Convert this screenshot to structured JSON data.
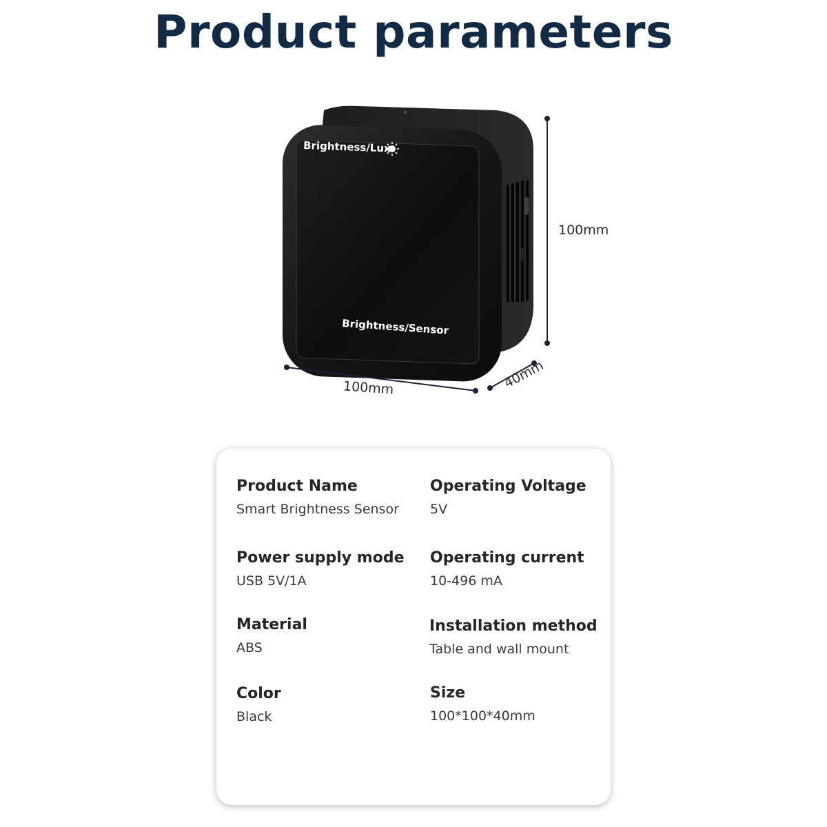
{
  "page": {
    "title": "Product parameters",
    "accent_color": "#122a44"
  },
  "product_image": {
    "front_top_text": "Brightness/Lux",
    "front_bottom_text": "Brightness/Sensor",
    "sun_icon": "sun-icon",
    "dimensions": {
      "height": "100mm",
      "width": "100mm",
      "depth": "40mm"
    }
  },
  "specs": [
    {
      "label": "Product Name",
      "value": "Smart Brightness Sensor"
    },
    {
      "label": "Operating Voltage",
      "value": "5V"
    },
    {
      "label": "Power supply mode",
      "value": "USB 5V/1A"
    },
    {
      "label": "Operating current",
      "value": "10-496 mA"
    },
    {
      "label": "Material",
      "value": "ABS"
    },
    {
      "label": "Installation method",
      "value": "Table and wall mount"
    },
    {
      "label": "Color",
      "value": "Black"
    },
    {
      "label": "Size",
      "value": "100*100*40mm"
    }
  ]
}
